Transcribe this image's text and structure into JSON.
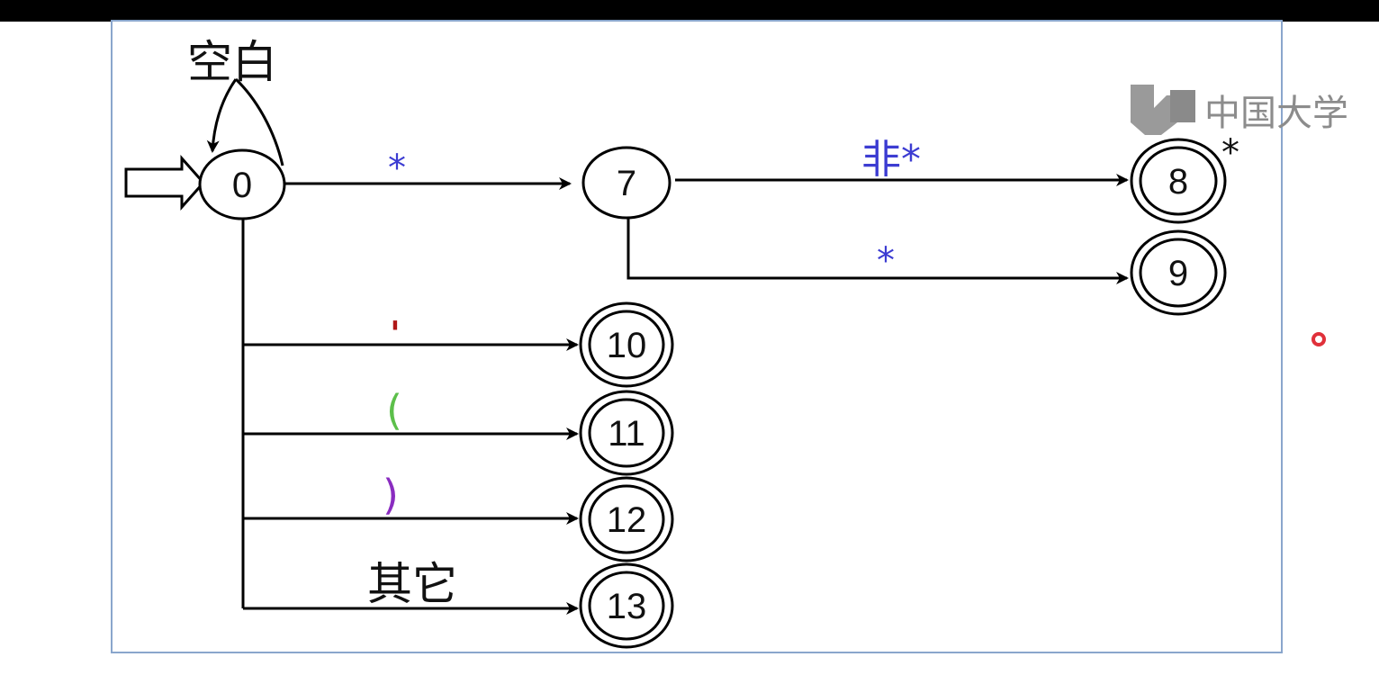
{
  "diagram": {
    "states": {
      "s0": "0",
      "s7": "7",
      "s8": "8",
      "s9": "9",
      "s10": "10",
      "s11": "11",
      "s12": "12",
      "s13": "13"
    },
    "state8_marker": "*",
    "edges": {
      "self_loop_label": "空白",
      "e0_7": "*",
      "e7_8": "非*",
      "e7_9": "*",
      "e0_10": "'",
      "e0_11": "(",
      "e0_12": ")",
      "e0_13": "其它"
    },
    "colors": {
      "star_label": "#3c3cd2",
      "quote_label": "#b01818",
      "lparen_label": "#5cbf4a",
      "rparen_label": "#8a2cc0",
      "pointer_dot": "#e0303a"
    }
  },
  "watermark": {
    "text": "中国大学"
  }
}
